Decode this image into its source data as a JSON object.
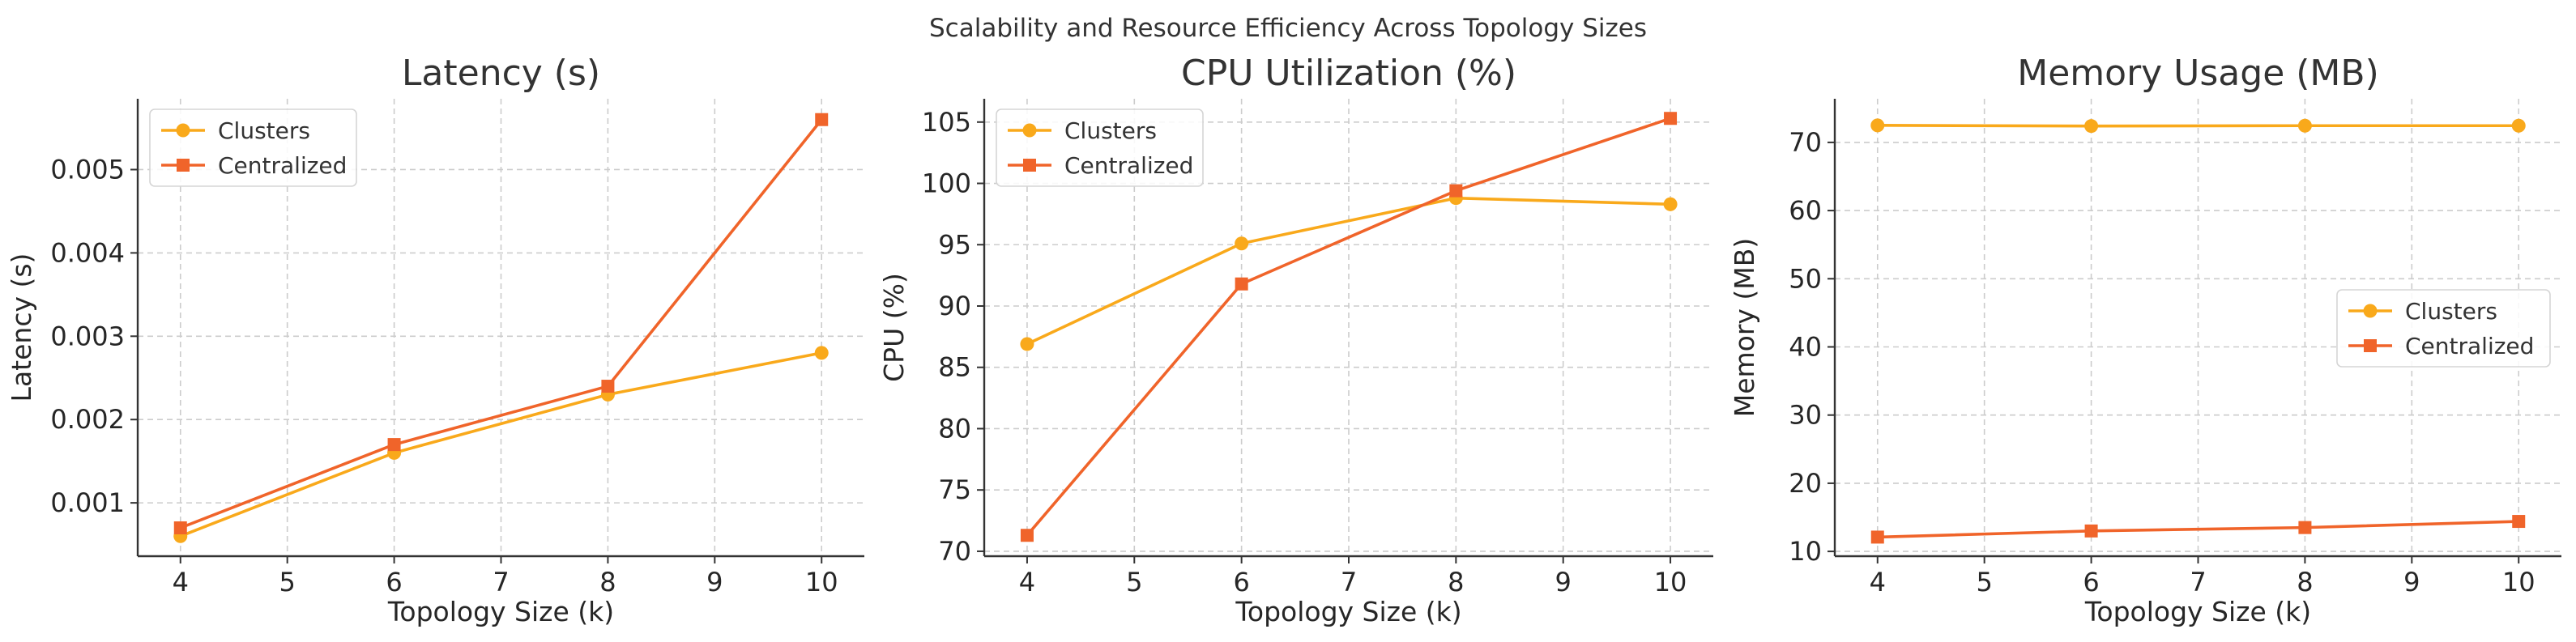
{
  "figure": {
    "suptitle": "Scalability and Resource Efficiency Across Topology Sizes"
  },
  "colors": {
    "clusters": "#F9A91B",
    "centralized": "#F0642A"
  },
  "chart_data": [
    {
      "type": "line",
      "title": "Latency (s)",
      "xlabel": "Topology Size (k)",
      "ylabel": "Latency (s)",
      "x": [
        4,
        6,
        8,
        10
      ],
      "xlim": [
        3.6,
        10.4
      ],
      "ylim": [
        0.00036,
        0.00585
      ],
      "xticks": [
        4,
        5,
        6,
        7,
        8,
        9,
        10
      ],
      "yticks": [
        0.001,
        0.002,
        0.003,
        0.004,
        0.005
      ],
      "ytick_labels": [
        "0.001",
        "0.002",
        "0.003",
        "0.004",
        "0.005"
      ],
      "grid": true,
      "legend_position": "upper-left",
      "series": [
        {
          "name": "Clusters",
          "marker": "circle",
          "values": [
            0.0006,
            0.0016,
            0.0023,
            0.0028
          ]
        },
        {
          "name": "Centralized",
          "marker": "square",
          "values": [
            0.0007,
            0.0017,
            0.0024,
            0.0056
          ]
        }
      ]
    },
    {
      "type": "line",
      "title": "CPU Utilization (%)",
      "xlabel": "Topology Size (k)",
      "ylabel": "CPU (%)",
      "x": [
        4,
        6,
        8,
        10
      ],
      "xlim": [
        3.6,
        10.4
      ],
      "ylim": [
        69.6,
        106.9
      ],
      "xticks": [
        4,
        5,
        6,
        7,
        8,
        9,
        10
      ],
      "yticks": [
        70,
        75,
        80,
        85,
        90,
        95,
        100,
        105
      ],
      "ytick_labels": [
        "70",
        "75",
        "80",
        "85",
        "90",
        "95",
        "100",
        "105"
      ],
      "grid": true,
      "legend_position": "upper-left",
      "series": [
        {
          "name": "Clusters",
          "marker": "circle",
          "values": [
            86.9,
            95.1,
            98.8,
            98.3
          ]
        },
        {
          "name": "Centralized",
          "marker": "square",
          "values": [
            71.3,
            91.8,
            99.4,
            105.3
          ]
        }
      ]
    },
    {
      "type": "line",
      "title": "Memory Usage (MB)",
      "xlabel": "Topology Size (k)",
      "ylabel": "Memory (MB)",
      "x": [
        4,
        6,
        8,
        10
      ],
      "xlim": [
        3.6,
        10.4
      ],
      "ylim": [
        9.3,
        76.4
      ],
      "xticks": [
        4,
        5,
        6,
        7,
        8,
        9,
        10
      ],
      "yticks": [
        10,
        20,
        30,
        40,
        50,
        60,
        70
      ],
      "ytick_labels": [
        "10",
        "20",
        "30",
        "40",
        "50",
        "60",
        "70"
      ],
      "grid": true,
      "legend_position": "center-right",
      "series": [
        {
          "name": "Clusters",
          "marker": "circle",
          "values": [
            72.5,
            72.4,
            72.45,
            72.45
          ]
        },
        {
          "name": "Centralized",
          "marker": "square",
          "values": [
            12.1,
            13.0,
            13.5,
            14.4
          ]
        }
      ]
    }
  ]
}
